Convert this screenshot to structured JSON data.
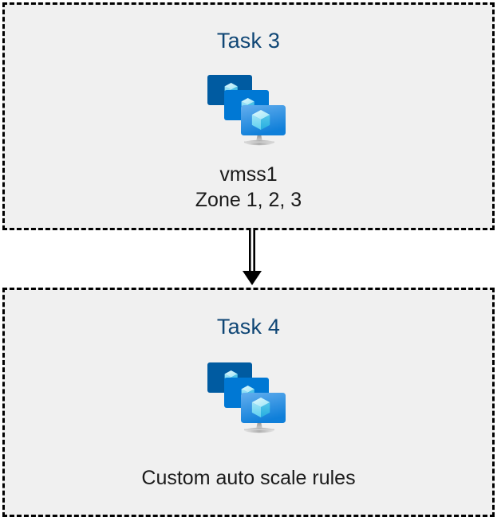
{
  "diagram": {
    "background_color": "#ffffff",
    "box_fill_color": "#f0f0f0",
    "box_border_color": "#000000",
    "title_color": "#0f4675",
    "caption_color": "#1a1a1a",
    "nodes": [
      {
        "id": "task-3",
        "title": "Task 3",
        "icon": "virtual-machine-scale-set-icon",
        "caption": "vmss1\nZone 1, 2, 3"
      },
      {
        "id": "task-4",
        "title": "Task 4",
        "icon": "virtual-machine-scale-set-icon",
        "caption": "Custom auto scale rules"
      }
    ],
    "connector": {
      "name": "arrow-down",
      "from": "task-3",
      "to": "task-4",
      "style": "double-line",
      "color": "#000000"
    },
    "icon_colors": {
      "monitor_back": "#005ba1",
      "monitor_middle": "#0078d4",
      "monitor_front_top": "#50a7ec",
      "monitor_front_bottom": "#0f7fd9",
      "cube_light": "#c3f1fb",
      "cube_mid": "#6ad9f5",
      "cube_dark": "#32bde8",
      "stand": "#9e9e9e"
    }
  }
}
